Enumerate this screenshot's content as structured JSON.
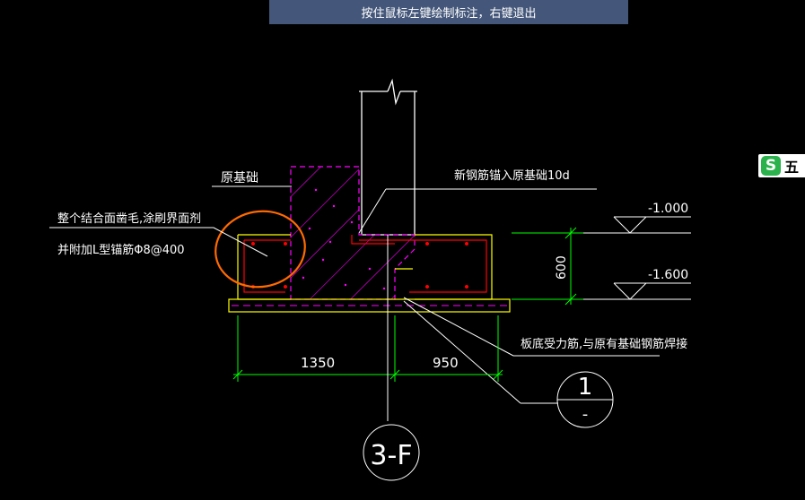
{
  "status_bar": {
    "message": "按住鼠标左键绘制标注，右键退出"
  },
  "ime": {
    "logo": "S",
    "label": "五",
    "icon": "sogou-ime-icon"
  },
  "drawing": {
    "labels": {
      "existing_foundation": "原基础",
      "note_line1": "整个结合面凿毛,涂刷界面剂",
      "note_line2": "并附加L型锚筋Φ8@400",
      "rebar_anchor_note": "新钢筋锚入原基础10d",
      "bottom_rebar_note": "板底受力筋,与原有基础钢筋焊接"
    },
    "levels": {
      "top": "-1.000",
      "bottom": "-1.600",
      "height": "600"
    },
    "dimensions": {
      "left": "1350",
      "right": "950"
    },
    "axis_label": "3-F",
    "detail_mark": {
      "number": "1",
      "sheet": "-"
    },
    "colors": {
      "green": "#00ff00",
      "magenta": "#ff00ff",
      "yellow": "#ffff00",
      "red": "#ff0000",
      "white": "#ffffff",
      "orange": "#ff6a00"
    }
  }
}
